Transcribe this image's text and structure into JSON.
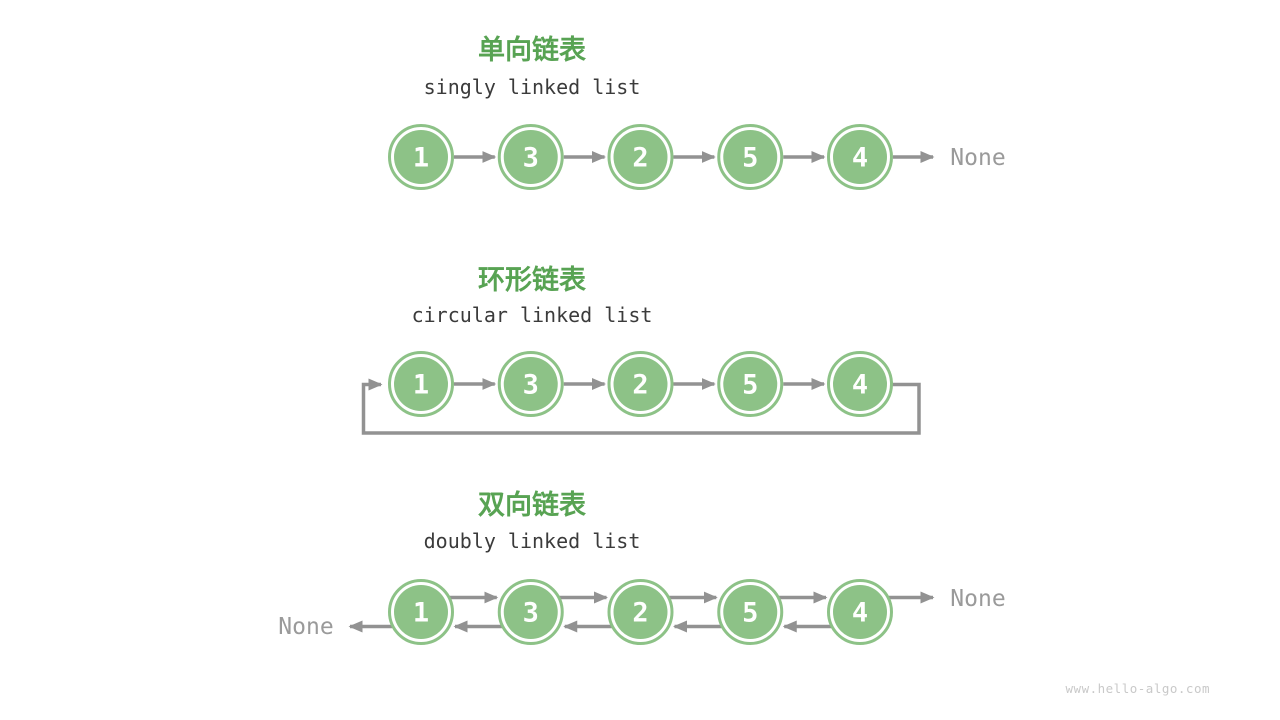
{
  "page": {
    "watermark": "www.hello-algo.com"
  },
  "colors": {
    "title_green": "#58a353",
    "node_fill": "#8dc287",
    "node_ring": "#8dc287",
    "node_text": "#ffffff",
    "arrow": "#929292",
    "none_text": "#9a9a9a",
    "subtitle": "#3b3b3b",
    "watermark": "#c9c9c9",
    "background": "#ffffff"
  },
  "diagrams": [
    {
      "type": "singly",
      "title_zh": "单向链表",
      "title_en": "singly linked list",
      "nodes": [
        "1",
        "3",
        "2",
        "5",
        "4"
      ],
      "tail_label": "None"
    },
    {
      "type": "circular",
      "title_zh": "环形链表",
      "title_en": "circular linked list",
      "nodes": [
        "1",
        "3",
        "2",
        "5",
        "4"
      ]
    },
    {
      "type": "doubly",
      "title_zh": "双向链表",
      "title_en": "doubly linked list",
      "nodes": [
        "1",
        "3",
        "2",
        "5",
        "4"
      ],
      "head_label": "None",
      "tail_label": "None"
    }
  ]
}
